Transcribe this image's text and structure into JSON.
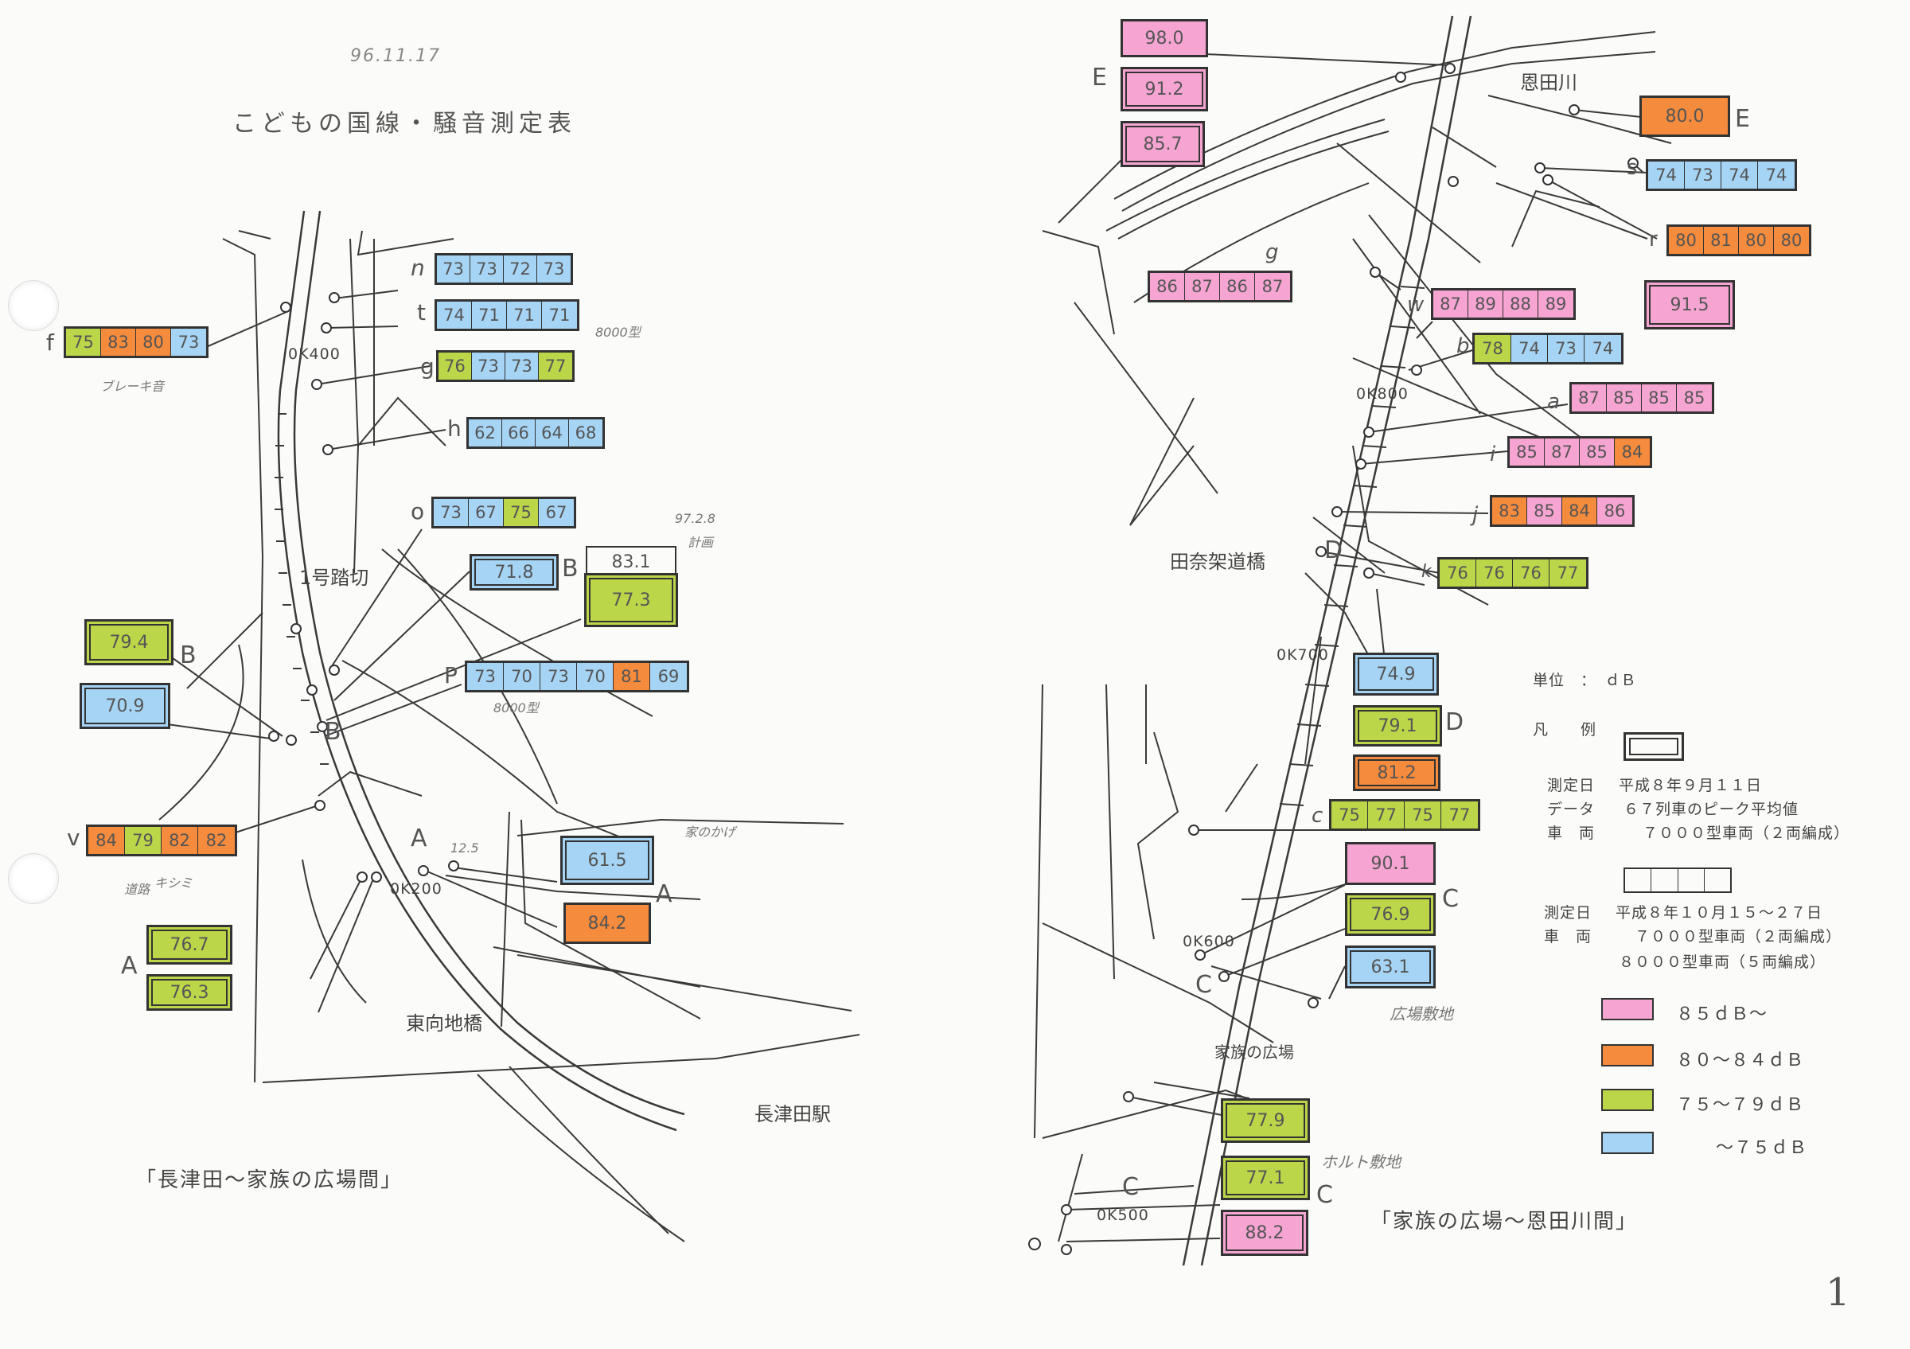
{
  "colors": {
    "pink": "#f6a5d2",
    "orange": "#f58b3c",
    "green": "#bcd64a",
    "blue": "#a6d4f4"
  },
  "header": {
    "date_note": "96.11.17",
    "title": "こどもの国線・騒音測定表"
  },
  "left_map": {
    "caption": "「長津田～家族の広場間」",
    "labels": {
      "crossing": "1号踏切",
      "bridge": "東向地橋",
      "station": "長津田駅",
      "km_400": "0K400",
      "km_200": "0K200",
      "note_8000_t": "8000型",
      "note_8000_p": "8000型",
      "note_brake": "ブレーキ音",
      "note_shadow": "家のかげ",
      "note_road": "道路",
      "note_kishimi": "キシミ",
      "note_date": "97.2.8",
      "note_date2": "計画",
      "note_125": "12.5",
      "mark_A1": "A",
      "mark_A2": "A",
      "mark_A3": "A",
      "mark_B1": "B",
      "mark_B2": "B",
      "mark_B3": "B"
    },
    "row_sets": [
      {
        "id": "n",
        "values": [
          "73",
          "73",
          "72",
          "73"
        ]
      },
      {
        "id": "t",
        "values": [
          "74",
          "71",
          "71",
          "71"
        ]
      },
      {
        "id": "g",
        "values": [
          "76",
          "73",
          "73",
          "77"
        ]
      },
      {
        "id": "h",
        "values": [
          "62",
          "66",
          "64",
          "68"
        ]
      },
      {
        "id": "o",
        "values": [
          "73",
          "67",
          "75",
          "67"
        ]
      },
      {
        "id": "f",
        "values": [
          "75",
          "83",
          "80",
          "73"
        ]
      },
      {
        "id": "P",
        "values": [
          "73",
          "70",
          "73",
          "70",
          "81",
          "69"
        ]
      },
      {
        "id": "v",
        "values": [
          "84",
          "79",
          "82",
          "82"
        ]
      }
    ],
    "single_values": {
      "b_718": "71.8",
      "b_831": "83.1",
      "b_773": "77.3",
      "b_794": "79.4",
      "b_709": "70.9",
      "a_615": "61.5",
      "a_842": "84.2",
      "a_767": "76.7",
      "a_763": "76.3"
    }
  },
  "right_map": {
    "caption": "「家族の広場～恩田川間」",
    "labels": {
      "river": "恩田川",
      "bridge": "田奈架道橋",
      "plaza": "家族の広場",
      "km_800": "0K800",
      "km_700": "0K700",
      "km_600": "0K600",
      "km_500": "0K500",
      "note_yard1": "広場敷地",
      "note_yard2": "ホルト敷地",
      "mark_E1": "E",
      "mark_E2": "E",
      "mark_D": "D",
      "mark_D2": "D",
      "mark_C1": "C",
      "mark_C2": "C",
      "mark_C3": "C",
      "mark_C4": "C"
    },
    "row_sets": [
      {
        "id": "s",
        "values": [
          "74",
          "73",
          "74",
          "74"
        ]
      },
      {
        "id": "r",
        "values": [
          "80",
          "81",
          "80",
          "80"
        ]
      },
      {
        "id": "g",
        "values": [
          "86",
          "87",
          "86",
          "87"
        ]
      },
      {
        "id": "w",
        "values": [
          "87",
          "89",
          "88",
          "89"
        ]
      },
      {
        "id": "b",
        "values": [
          "78",
          "74",
          "73",
          "74"
        ]
      },
      {
        "id": "a",
        "values": [
          "87",
          "85",
          "85",
          "85"
        ]
      },
      {
        "id": "i",
        "values": [
          "85",
          "87",
          "85",
          "84"
        ]
      },
      {
        "id": "j",
        "values": [
          "83",
          "85",
          "84",
          "86"
        ]
      },
      {
        "id": "k",
        "values": [
          "76",
          "76",
          "76",
          "77"
        ]
      },
      {
        "id": "c",
        "values": [
          "75",
          "77",
          "75",
          "77"
        ]
      }
    ],
    "single_values": {
      "e_980": "98.0",
      "e_912": "91.2",
      "e_857": "85.7",
      "e_800": "80.0",
      "r_915": "91.5",
      "d_749": "74.9",
      "d_791": "79.1",
      "d_812": "81.2",
      "c_901": "90.1",
      "c_769": "76.9",
      "c_631": "63.1",
      "c_779": "77.9",
      "c_771": "77.1",
      "c_882": "88.2"
    }
  },
  "legend": {
    "unit": "単位　：　ｄＢ",
    "key": "凡　　例",
    "m1_date_label": "測定日",
    "m1_date": "平成８年９月１１日",
    "m1_data_label": "データ",
    "m1_data": "６７列車のピーク平均値",
    "m1_car_label": "車　両",
    "m1_car": "７０００型車両（２両編成）",
    "m2_date_label": "測定日",
    "m2_date": "平成８年１０月１５～２７日",
    "m2_car_label": "車　両",
    "m2_car1": "７０００型車両（２両編成）",
    "m2_car2": "８０００型車両（５両編成）",
    "ranges": [
      {
        "label": "８５ｄＢ～",
        "color": "pink"
      },
      {
        "label": "８０～８４ｄＢ",
        "color": "orange"
      },
      {
        "label": "７５～７９ｄＢ",
        "color": "green"
      },
      {
        "label": "～７５ｄＢ",
        "color": "blue"
      }
    ]
  },
  "page_number": "1"
}
